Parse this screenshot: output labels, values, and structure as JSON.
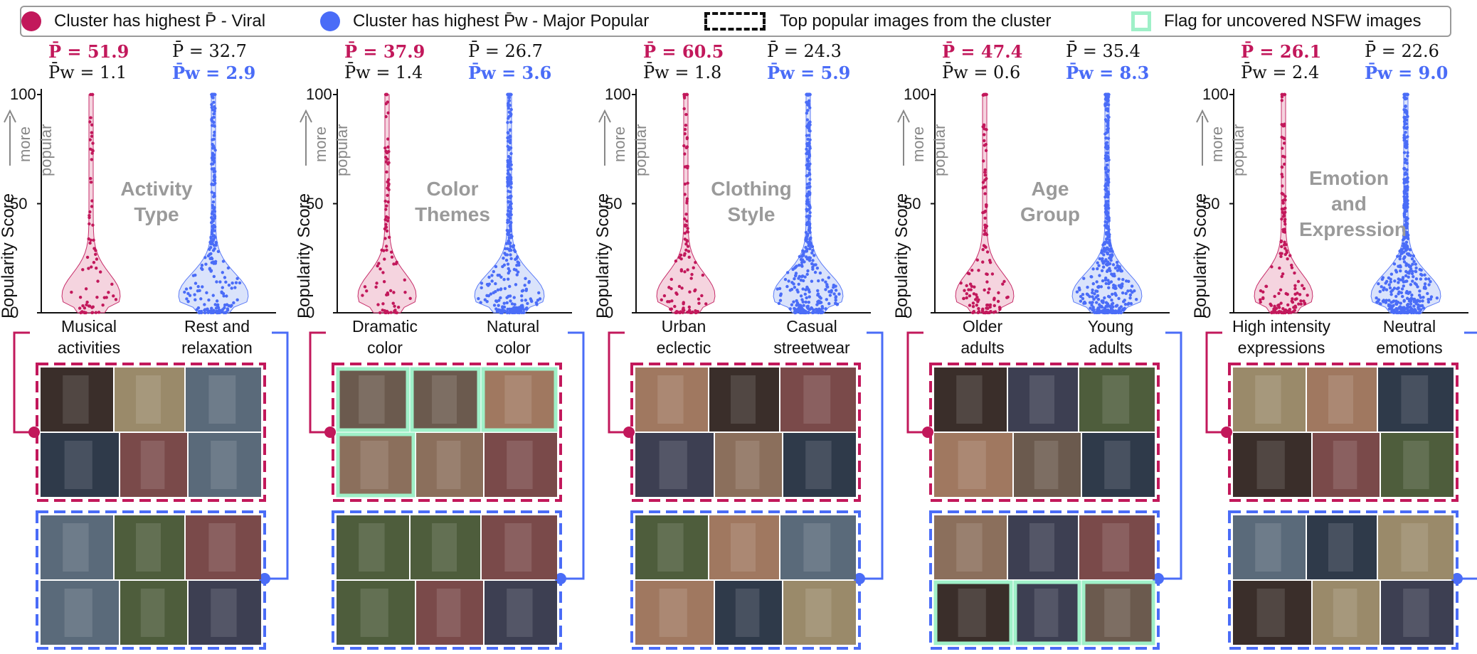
{
  "legend": {
    "viral_text": "Cluster has highest P̄ - Viral",
    "major_text": "Cluster has highest P̄w - Major Popular",
    "top_text": "Top popular images from the cluster",
    "nsfw_text": "Flag for uncovered NSFW images"
  },
  "colors": {
    "viral": "#c2185b",
    "major": "#4a6cf7",
    "viral_fill": "#f5d0dc",
    "major_fill": "#d6e0fb",
    "nsfw": "#9ff0c8"
  },
  "axis": {
    "ylabel": "Popularity Score",
    "more_label": "more popular",
    "ticks": [
      "100",
      "50",
      "0"
    ]
  },
  "chart_data": [
    {
      "type": "violin",
      "title": "Activity Type",
      "categories": [
        "Musical activities",
        "Rest and relaxation"
      ],
      "ylim": [
        0,
        100
      ],
      "yticks": [
        0,
        50,
        100
      ],
      "series": [
        {
          "category": "Musical activities",
          "P": "51.9",
          "Pw": "1.1",
          "highlight": "P"
        },
        {
          "category": "Rest and relaxation",
          "P": "32.7",
          "Pw": "2.9",
          "highlight": "Pw"
        }
      ]
    },
    {
      "type": "violin",
      "title": "Color Themes",
      "categories": [
        "Dramatic color",
        "Natural color"
      ],
      "ylim": [
        0,
        100
      ],
      "yticks": [
        0,
        50,
        100
      ],
      "series": [
        {
          "category": "Dramatic color",
          "P": "37.9",
          "Pw": "1.4",
          "highlight": "P"
        },
        {
          "category": "Natural color",
          "P": "26.7",
          "Pw": "3.6",
          "highlight": "Pw"
        }
      ]
    },
    {
      "type": "violin",
      "title": "Clothing Style",
      "categories": [
        "Urban eclectic",
        "Casual streetwear"
      ],
      "ylim": [
        0,
        100
      ],
      "yticks": [
        0,
        50,
        100
      ],
      "series": [
        {
          "category": "Urban eclectic",
          "P": "60.5",
          "Pw": "1.8",
          "highlight": "P"
        },
        {
          "category": "Casual streetwear",
          "P": "24.3",
          "Pw": "5.9",
          "highlight": "Pw"
        }
      ]
    },
    {
      "type": "violin",
      "title": "Age Group",
      "categories": [
        "Older adults",
        "Young adults"
      ],
      "ylim": [
        0,
        100
      ],
      "yticks": [
        0,
        50,
        100
      ],
      "series": [
        {
          "category": "Older adults",
          "P": "47.4",
          "Pw": "0.6",
          "highlight": "P"
        },
        {
          "category": "Young adults",
          "P": "35.4",
          "Pw": "8.3",
          "highlight": "Pw"
        }
      ]
    },
    {
      "type": "violin",
      "title": "Emotion and Expression",
      "categories": [
        "High intensity expressions",
        "Neutral emotions"
      ],
      "ylim": [
        0,
        100
      ],
      "yticks": [
        0,
        50,
        100
      ],
      "series": [
        {
          "category": "High intensity expressions",
          "P": "26.1",
          "Pw": "2.4",
          "highlight": "P"
        },
        {
          "category": "Neutral emotions",
          "P": "22.6",
          "Pw": "9.0",
          "highlight": "Pw"
        }
      ]
    }
  ],
  "panels_text": [
    {
      "watermark": [
        "Activity",
        "Type"
      ],
      "left_label": [
        "Musical",
        "activities"
      ],
      "right_label": [
        "Rest and",
        "relaxation"
      ]
    },
    {
      "watermark": [
        "Color",
        "Themes"
      ],
      "left_label": [
        "Dramatic",
        "color"
      ],
      "right_label": [
        "Natural",
        "color"
      ]
    },
    {
      "watermark": [
        "Clothing",
        "Style"
      ],
      "left_label": [
        "Urban",
        "eclectic"
      ],
      "right_label": [
        "Casual",
        "streetwear"
      ]
    },
    {
      "watermark": [
        "Age",
        "Group"
      ],
      "left_label": [
        "Older",
        "adults"
      ],
      "right_label": [
        "Young",
        "adults"
      ]
    },
    {
      "watermark": [
        "Emotion",
        "and",
        "Expression"
      ],
      "left_label": [
        "High intensity",
        "expressions"
      ],
      "right_label": [
        "Neutral",
        "emotions"
      ]
    }
  ]
}
